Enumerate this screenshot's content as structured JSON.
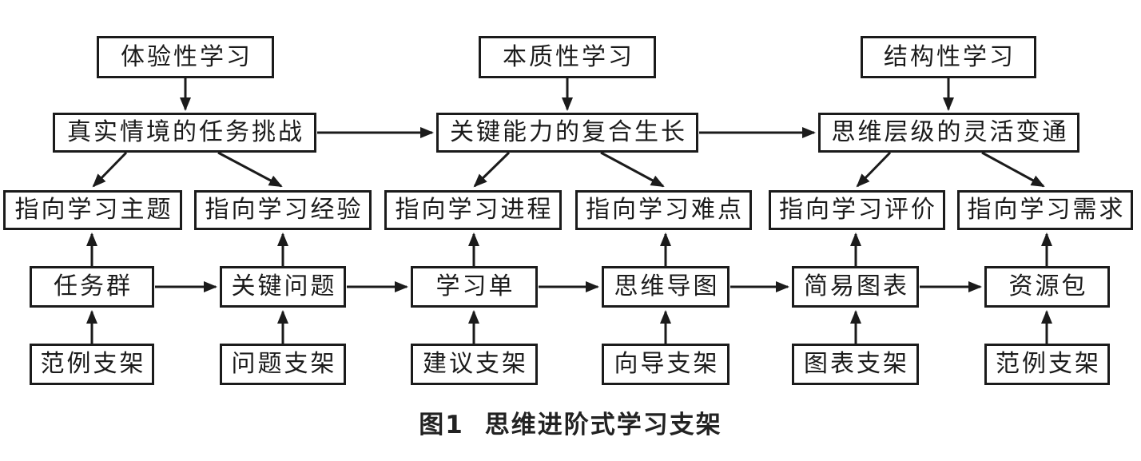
{
  "figure": {
    "caption": {
      "prefix": "图1",
      "title": "思维进阶式学习支架"
    }
  },
  "nodes": {
    "learning_types": [
      "体验性学习",
      "本质性学习",
      "结构性学习"
    ],
    "growth_nodes": [
      "真实情境的任务挑战",
      "关键能力的复合生长",
      "思维层级的灵活变通"
    ],
    "orientations": [
      "指向学习主题",
      "指向学习经验",
      "指向学习进程",
      "指向学习难点",
      "指向学习评价",
      "指向学习需求"
    ],
    "tools": [
      "任务群",
      "关键问题",
      "学习单",
      "思维导图",
      "简易图表",
      "资源包"
    ],
    "scaffolds": [
      "范例支架",
      "问题支架",
      "建议支架",
      "向导支架",
      "图表支架",
      "范例支架"
    ]
  },
  "colors": {
    "line": "#1b1b1b",
    "box_fill": "#ffffff",
    "background": "#ffffff"
  }
}
